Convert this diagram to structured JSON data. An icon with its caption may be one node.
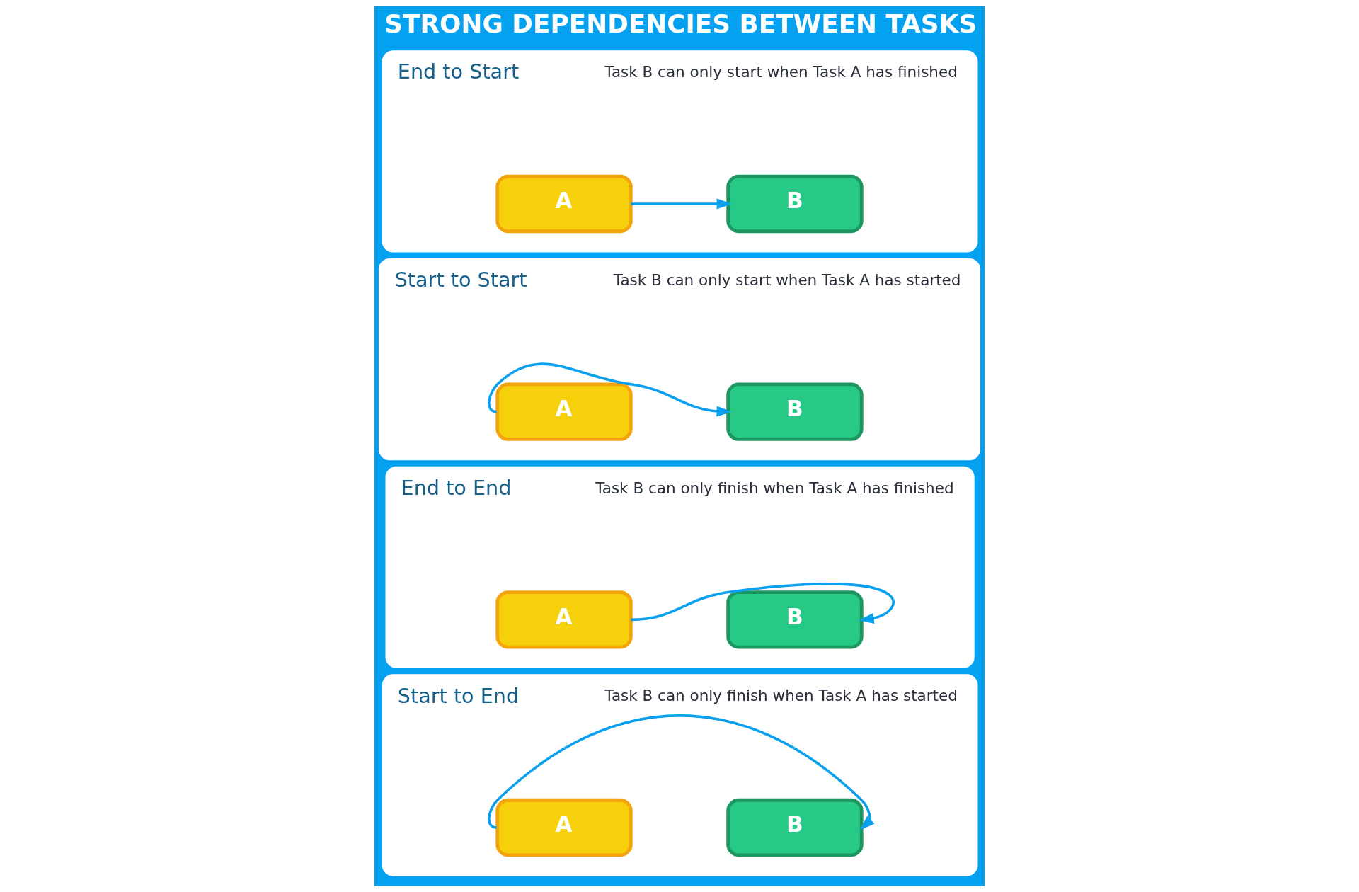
{
  "diagram": {
    "title": "STRONG DEPENDENCIES BETWEEN TASKS",
    "nodes": [
      {
        "text": [
          "End to Start",
          "Task B can only start when Task A has finished"
        ]
      },
      {
        "text": [
          "A"
        ],
        "in": 0
      },
      {
        "text": [
          "B"
        ],
        "in": 0
      },
      {
        "text": [
          "Start to Start",
          "Task B can only start when Task A has started"
        ]
      },
      {
        "text": [
          "A"
        ],
        "in": 3
      },
      {
        "text": [
          "B"
        ],
        "in": 3
      },
      {
        "text": [
          "End to End",
          "Task B can only finish when Task A has finished"
        ]
      },
      {
        "text": [
          "A"
        ],
        "in": 6
      },
      {
        "text": [
          "B"
        ],
        "in": 6
      },
      {
        "text": [
          "Start to End",
          "Task B can only finish when Task A has started"
        ]
      },
      {
        "text": [
          "A"
        ],
        "in": 9
      },
      {
        "text": [
          "B"
        ],
        "in": 9
      }
    ],
    "edges": [
      {
        "from": 1,
        "to": 2,
        "arrow": "to"
      },
      {
        "from": 4,
        "to": 5,
        "arrow": "to"
      },
      {
        "from": 7,
        "to": 8,
        "arrow": "to"
      },
      {
        "from": 10,
        "to": 11,
        "arrow": "to"
      }
    ]
  }
}
